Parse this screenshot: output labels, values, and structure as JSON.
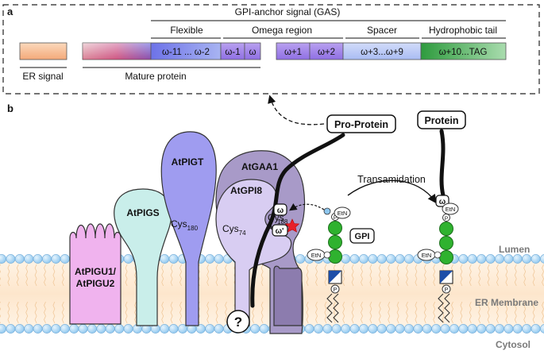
{
  "panel_a": {
    "label": "a",
    "gas_title": "GPI-anchor signal (GAS)",
    "er_signal": "ER signal",
    "mature_protein": "Mature protein",
    "regions": {
      "flexible": "Flexible",
      "omega_region": "Omega region",
      "spacer": "Spacer",
      "hydrophobic_tail": "Hydrophobic tail"
    },
    "segments": {
      "s1": "ω-11 ... ω-2",
      "s2": "ω-1",
      "s3": "ω",
      "s4": "ω+1",
      "s5": "ω+2",
      "s6": "ω+3...ω+9",
      "s7": "ω+10...TAG"
    }
  },
  "panel_b": {
    "label": "b",
    "proteins": {
      "pigu_line1": "AtPIGU1/",
      "pigu_line2": "AtPIGU2",
      "pigs": "AtPIGS",
      "pigt": "AtPIGT",
      "pigt_cys_base": "Cys",
      "pigt_cys_sub": "180",
      "gaa1": "AtGAA1",
      "gpi8": "AtGPI8",
      "gpi8_cys74_base": "Cys",
      "gpi8_cys74_sub": "74",
      "gpi8_cys188_base": "Cys",
      "gpi8_cys188_sub": "188",
      "unknown": "?"
    },
    "pro_protein": "Pro-Protein",
    "protein": "Protein",
    "transamidation": "Transamidation",
    "gpi": "GPI",
    "omega": "ω",
    "omega_prime": "ω'",
    "etn": "EtN",
    "p": "P",
    "lumen": "Lumen",
    "er_membrane": "ER Membrane",
    "cytosol": "Cytosol"
  },
  "colors": {
    "er_signal": "#f7c59f",
    "mature_start": "#e04a5a",
    "mature_end": "#6a6ae8",
    "omega_region": "#9b7be8",
    "spacer": "#b9c8f5",
    "hydrophobic": "#3fa34d",
    "pigu": "#f0b3ee",
    "pigs": "#c9eeea",
    "pigt": "#9f9cf0",
    "gaa1": "#a89ac8",
    "gpi8": "#d8cdf2",
    "membrane_head": "#a9d8f5",
    "glycan": "#2fb22f"
  }
}
